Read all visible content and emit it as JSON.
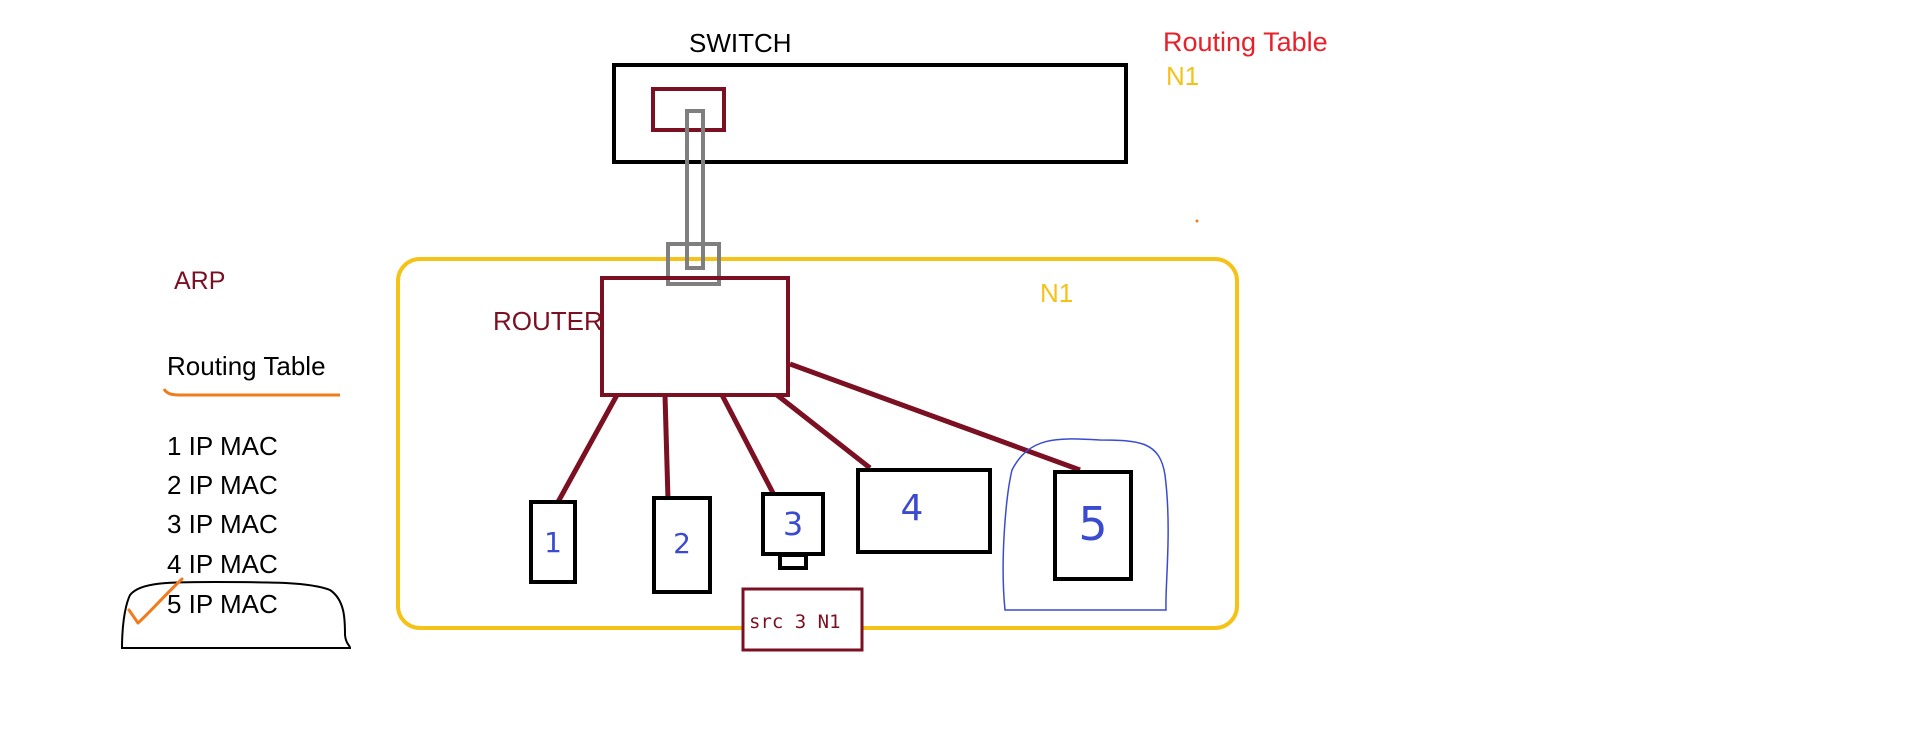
{
  "colors": {
    "black": "#000000",
    "maroon": "#7b1022",
    "yellow": "#f5c218",
    "red": "#e8202a",
    "orange": "#f07c1e",
    "blue": "#3b4bd0",
    "gray": "#7f7f7f"
  },
  "switch": {
    "label": "SWITCH"
  },
  "routing_table_top": {
    "title": "Routing Table",
    "network": "N1"
  },
  "network_box": {
    "label": "N1"
  },
  "router": {
    "label": "ROUTER"
  },
  "hosts": [
    {
      "label": "1"
    },
    {
      "label": "2"
    },
    {
      "label": "3"
    },
    {
      "label": "4"
    },
    {
      "label": "5"
    }
  ],
  "packet": {
    "label": "src 3  N1"
  },
  "side_panel": {
    "arp_title": "ARP",
    "routing_title": "Routing Table",
    "rows": [
      {
        "text": "1  IP  MAC"
      },
      {
        "text": "2  IP   MAC"
      },
      {
        "text": "3  IP   MAC"
      },
      {
        "text": "4   IP   MAC"
      },
      {
        "text": "5   IP MAC"
      }
    ],
    "checkmark_icon": "checkmark-icon"
  }
}
